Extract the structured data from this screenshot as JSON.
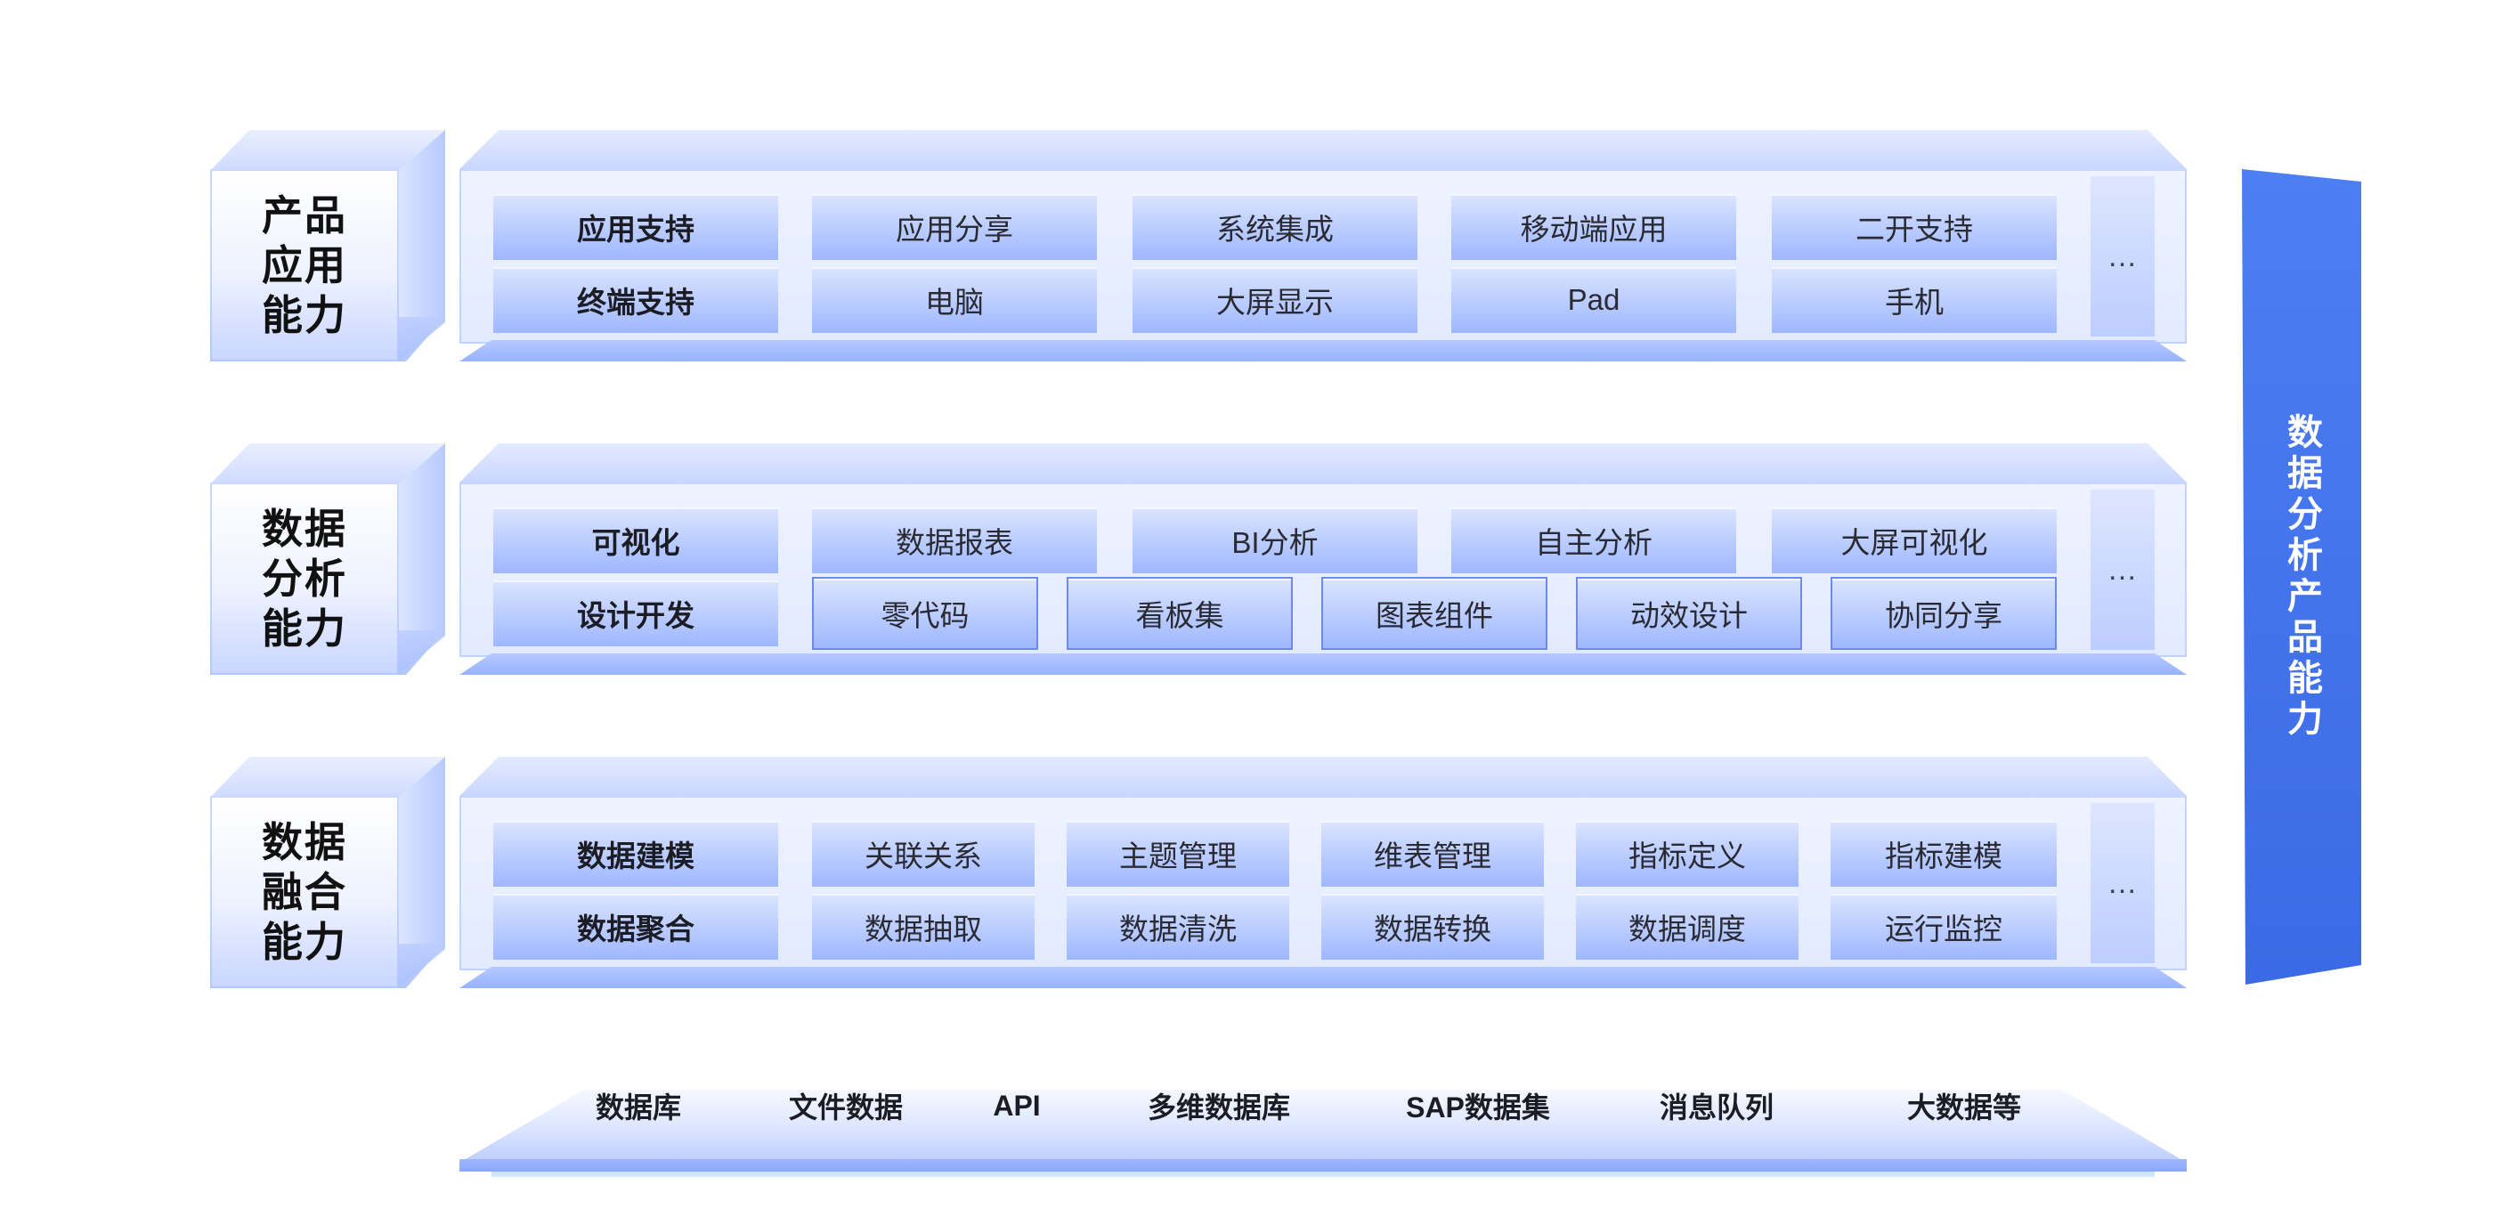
{
  "banner": {
    "label": "数据分析产品能力"
  },
  "layers": [
    {
      "category": "产品\n应用\n能力",
      "rows": [
        {
          "head": "应用支持",
          "items": [
            "应用分享",
            "系统集成",
            "移动端应用",
            "二开支持"
          ]
        },
        {
          "head": "终端支持",
          "items": [
            "电脑",
            "大屏显示",
            "Pad",
            "手机"
          ]
        }
      ],
      "more": "…"
    },
    {
      "category": "数据\n分析\n能力",
      "rows": [
        {
          "head": "可视化",
          "items": [
            "数据报表",
            "BI分析",
            "自主分析",
            "大屏可视化"
          ]
        },
        {
          "head": "设计开发",
          "items": [
            "零代码",
            "看板集",
            "图表组件",
            "动效设计",
            "协同分享"
          ]
        }
      ],
      "more": "…"
    },
    {
      "category": "数据\n融合\n能力",
      "rows": [
        {
          "head": "数据建模",
          "items": [
            "关联关系",
            "主题管理",
            "维表管理",
            "指标定义",
            "指标建模"
          ]
        },
        {
          "head": "数据聚合",
          "items": [
            "数据抽取",
            "数据清洗",
            "数据转换",
            "数据调度",
            "运行监控"
          ]
        }
      ],
      "more": "…"
    }
  ],
  "sources": [
    "数据库",
    "文件数据",
    "API",
    "多维数据库",
    "SAP数据集",
    "消息队列",
    "大数据等"
  ],
  "colors": {
    "banner": "#3b6ae6",
    "cell": "#b9cbff",
    "panel": "#e2eaff"
  }
}
